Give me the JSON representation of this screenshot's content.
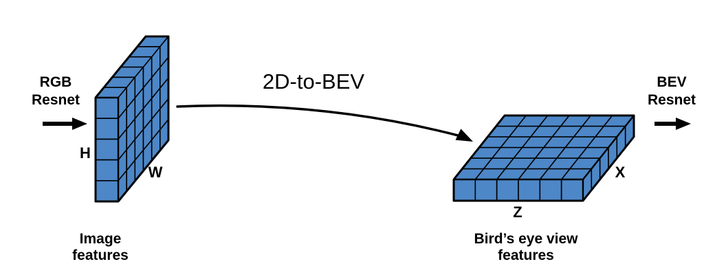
{
  "colors": {
    "background": "#ffffff",
    "cube_fill": "#4D87C7",
    "line": "#000000",
    "text": "#000000"
  },
  "stages": {
    "input": {
      "label_lines": [
        "RGB",
        "Resnet"
      ]
    },
    "image_features": {
      "caption_lines": [
        "Image",
        "features"
      ],
      "height_axis": "H",
      "width_axis": "W",
      "grid": {
        "rows": 5,
        "cols": 6,
        "depth": 1
      }
    },
    "transform": {
      "label": "2D-to-BEV"
    },
    "bev_features": {
      "caption_lines": [
        "Bird’s eye view",
        "features"
      ],
      "depth_axis": "Z",
      "lateral_axis": "X",
      "grid": {
        "rows": 6,
        "cols": 6,
        "depth": 1
      }
    },
    "output": {
      "label_lines": [
        "BEV",
        "Resnet"
      ]
    }
  }
}
